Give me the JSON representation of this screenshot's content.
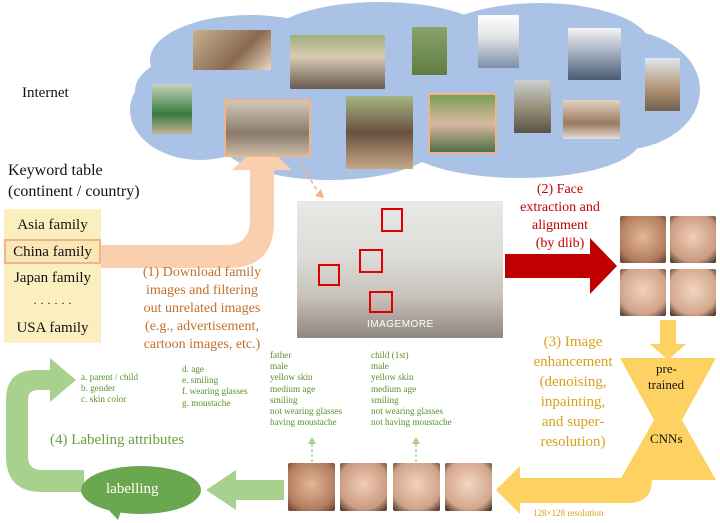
{
  "internet_label": "Internet",
  "keyword_table": {
    "title_line1": "Keyword table",
    "title_line2": "(continent / country)",
    "items": [
      "Asia family",
      "China family",
      "Japan family",
      "· · · · · ·",
      "USA family"
    ]
  },
  "step1": {
    "lines": [
      "(1) Download family",
      "images and filtering",
      "out unrelated images",
      "(e.g., advertisement,",
      "cartoon images, etc.)"
    ]
  },
  "step2": {
    "lines": [
      "(2) Face",
      "extraction and",
      "alignment",
      "(by dlib)"
    ]
  },
  "step3": {
    "lines": [
      "(3) Image",
      "enhancement",
      "(denoising,",
      "inpainting,",
      "and super-",
      "resolution)"
    ]
  },
  "step4": {
    "label": "(4) Labeling attributes"
  },
  "cnn": {
    "line1": "pre-",
    "line2": "trained",
    "line3": "CNNs"
  },
  "labelling_bubble": "labelling",
  "resolution_note": "128×128 resolution",
  "watermark": "IMAGEMORE",
  "attribute_legend": {
    "col1": [
      "a. parent / child",
      "b. gender",
      "c. skin color"
    ],
    "col2": [
      "d. age",
      "e. smiling",
      "f. wearing glasses",
      "g. moustache"
    ]
  },
  "attributes_father": [
    "father",
    "male",
    "yellow skin",
    "medium age",
    "smiling",
    "not wearing glasses",
    "having moustache"
  ],
  "attributes_child": [
    "child (1st)",
    "male",
    "yellow skin",
    "medium age",
    "smiling",
    "not wearing glasses",
    "not having moustache"
  ],
  "colors": {
    "cloud": "#a9c2e6",
    "orange_arrow": "#f9cfb0",
    "red_arrow": "#c00000",
    "red_text": "#c00000",
    "orange_text": "#c0702d",
    "yellow": "#fdd263",
    "yellow_text": "#d8a21c",
    "green": "#a9d18e",
    "green_text": "#6a9f3f"
  }
}
